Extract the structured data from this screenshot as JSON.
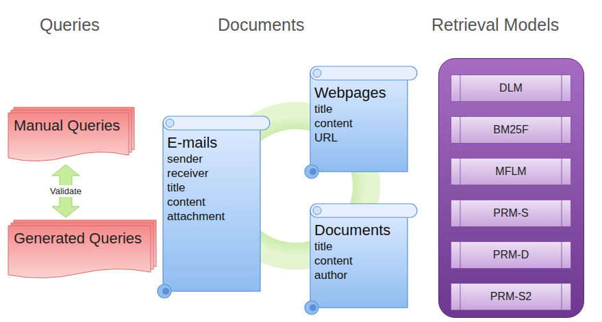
{
  "diagram": {
    "nodes": [
      {
        "text": [
          "Manual Queries"
        ]
      },
      {
        "text": [
          "Generated Queries"
        ]
      },
      {
        "text": [
          "E-mails",
          "sender",
          "receiver",
          "title",
          "content",
          "attachment"
        ]
      },
      {
        "text": [
          "Webpages",
          "title",
          "content",
          "URL"
        ]
      },
      {
        "text": [
          "Documents",
          "title",
          "content",
          "author"
        ]
      },
      {
        "text": [
          "Retrieval Models"
        ]
      },
      {
        "text": [
          "DLM"
        ],
        "in": 5
      },
      {
        "text": [
          "BM25F"
        ],
        "in": 5
      },
      {
        "text": [
          "MFLM"
        ],
        "in": 5
      },
      {
        "text": [
          "PRM-S"
        ],
        "in": 5
      },
      {
        "text": [
          "PRM-D"
        ],
        "in": 5
      },
      {
        "text": [
          "PRM-S2"
        ],
        "in": 5
      }
    ],
    "edges": [
      {
        "from": 0,
        "to": 1,
        "label": "Validate",
        "arrow": "both"
      }
    ],
    "labels": [
      "Queries",
      "Documents"
    ]
  }
}
